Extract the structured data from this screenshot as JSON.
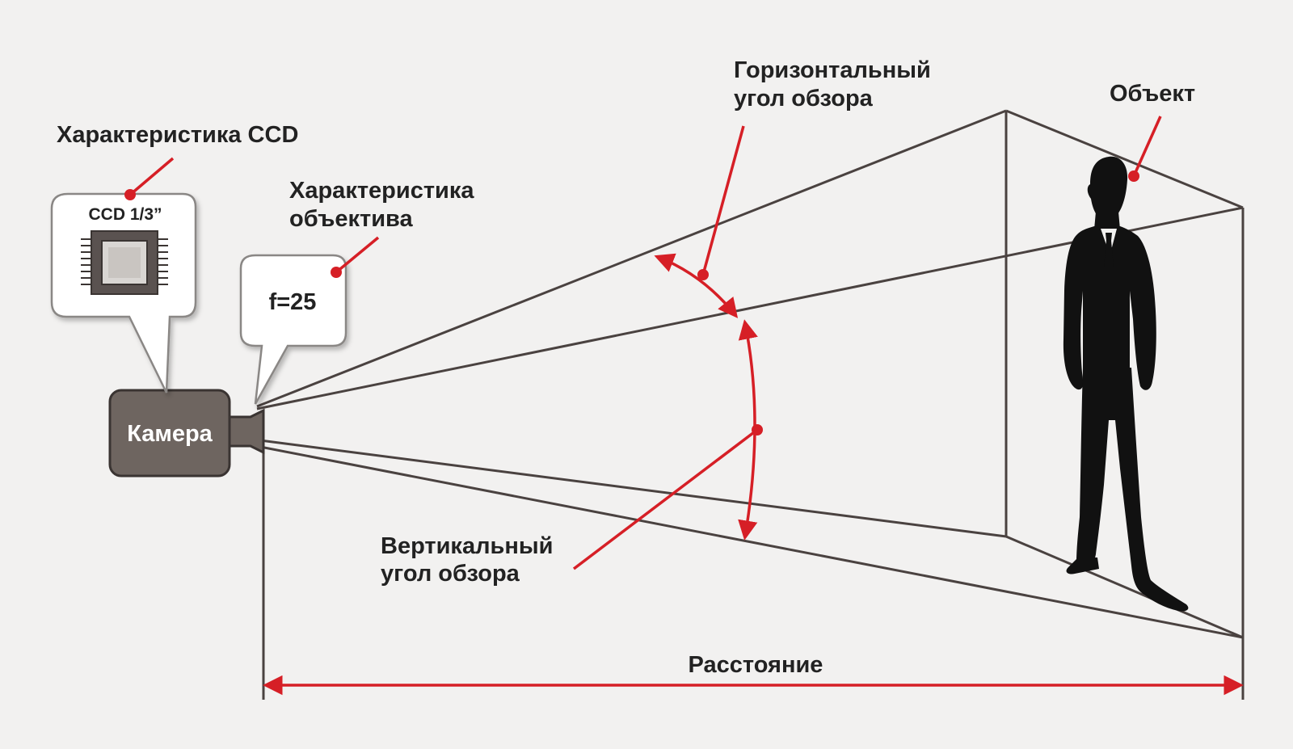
{
  "labels": {
    "ccd_spec": "Характеристика CCD",
    "ccd_size": "CCD 1/3”",
    "lens_spec_line1": "Характеристика",
    "lens_spec_line2": "объектива",
    "focal": "f=25",
    "camera": "Камера",
    "h_angle_line1": "Горизонтальный",
    "h_angle_line2": "угол обзора",
    "object": "Объект",
    "v_angle_line1": "Вертикальный",
    "v_angle_line2": "угол обзора",
    "distance": "Расстояние"
  },
  "colors": {
    "background": "#f2f1f0",
    "lines": "#4a4240",
    "accent": "#d61f26",
    "camera_body": "#6e6560",
    "silhouette": "#111111",
    "bubble_fill": "#ffffff",
    "bubble_stroke": "#8a8785"
  },
  "icons": [
    "ccd-chip-icon",
    "person-silhouette-icon",
    "camera-icon"
  ]
}
